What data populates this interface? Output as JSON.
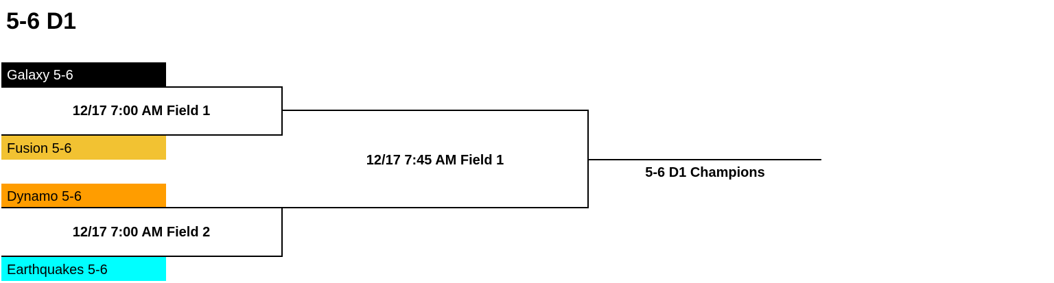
{
  "bracket": {
    "title": "5-6 D1",
    "teams": [
      {
        "name": "Galaxy 5-6",
        "bg": "#000000",
        "fg": "#ffffff"
      },
      {
        "name": "Fusion 5-6",
        "bg": "#f2c232",
        "fg": "#000000"
      },
      {
        "name": "Dynamo 5-6",
        "bg": "#ff9d00",
        "fg": "#000000"
      },
      {
        "name": "Earthquakes 5-6",
        "bg": "#00ffff",
        "fg": "#000000"
      }
    ],
    "games": {
      "semi1": "12/17 7:00 AM Field 1",
      "semi2": "12/17 7:00 AM Field 2",
      "final": "12/17 7:45 AM Field 1"
    },
    "champion_label": "5-6 D1 Champions"
  }
}
